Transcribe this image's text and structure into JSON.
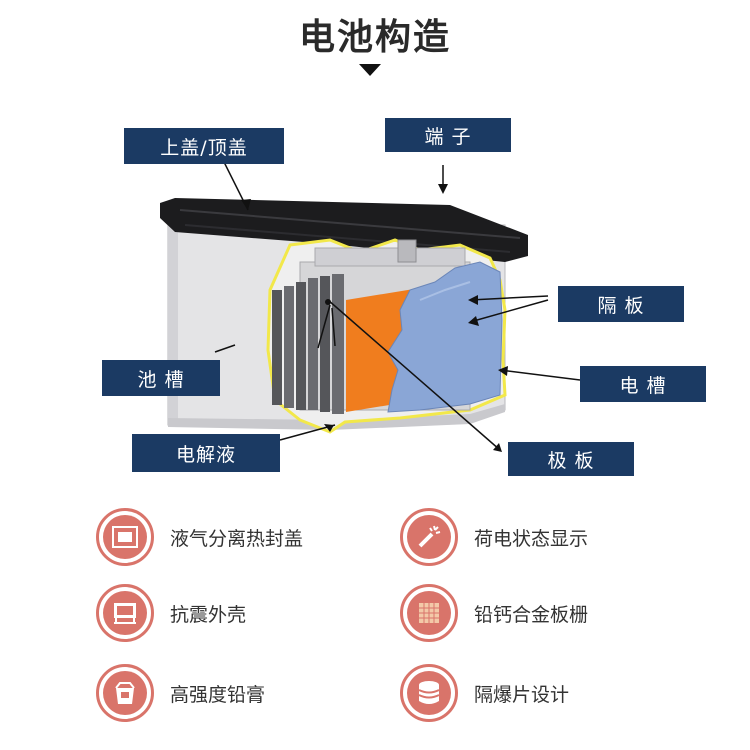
{
  "title": "电池构造",
  "callouts": {
    "top_cover": "上盖/顶盖",
    "terminal": "端 子",
    "separator": "隔 板",
    "pool_tank": "池 槽",
    "cell_tank": "电 槽",
    "electrolyte": "电解液",
    "plate": "极 板"
  },
  "features": [
    {
      "label": "液气分离热封盖",
      "icon": "sealed-lid-icon"
    },
    {
      "label": "荷电状态显示",
      "icon": "charge-indicator-icon"
    },
    {
      "label": "抗震外壳",
      "icon": "shockproof-case-icon"
    },
    {
      "label": "铅钙合金板栅",
      "icon": "grid-plate-icon"
    },
    {
      "label": "高强度铅膏",
      "icon": "lead-paste-icon"
    },
    {
      "label": "隔爆片设计",
      "icon": "explosion-proof-disc-icon"
    }
  ],
  "colors": {
    "callout_bg": "#1b3a63",
    "icon_accent": "#d9746a",
    "separator_blue": "#8aa6d6",
    "plate_orange": "#f07d1e",
    "cutaway_outline": "#f2e84a"
  }
}
